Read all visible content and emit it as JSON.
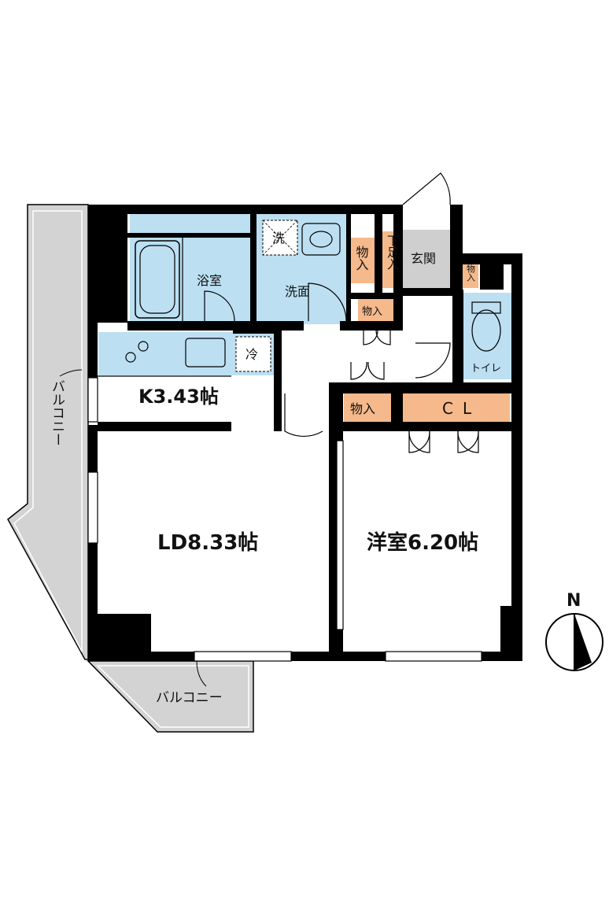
{
  "rooms": {
    "bath": "浴室",
    "washroom": "洗面",
    "washer": "洗",
    "fridge": "冷",
    "kitchen": "K3.43帖",
    "living_dining": "LD8.33帖",
    "western_room": "洋室6.20帖",
    "entrance": "玄関",
    "toilet": "トイレ",
    "closet": "CL",
    "storage_1": "物入",
    "storage_2": "物入",
    "storage_3": "物入",
    "storage_4": "物入",
    "shoe_box": "下足入"
  },
  "balconies": {
    "west": "バルコニー",
    "south": "バルコニー"
  },
  "compass": {
    "north": "N"
  },
  "colors": {
    "wall": "#000000",
    "wet_area": "#bcdff2",
    "storage": "#f5b98b",
    "balcony": "#d3d3d3",
    "entrance": "#cfcfcf"
  }
}
